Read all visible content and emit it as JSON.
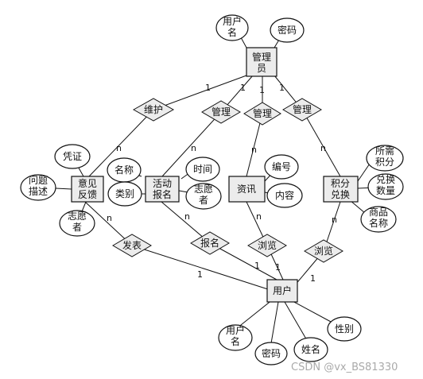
{
  "entities": {
    "admin": "管理员",
    "feedback": "意见反馈",
    "activity": "活动报名",
    "info": "资讯",
    "points": "积分兑换",
    "user": "用户"
  },
  "attributes": {
    "admin_username": "用户名",
    "admin_password": "密码",
    "fb_voucher": "凭证",
    "fb_problem": "问题描述",
    "fb_volunteer": "志愿者",
    "act_name": "名称",
    "act_category": "类别",
    "act_time": "时间",
    "act_volunteer": "志愿者",
    "info_number": "编号",
    "info_content": "内容",
    "pts_required": "所需积分",
    "pts_quantity": "兑换数量",
    "pts_product": "商品名称",
    "user_username": "用户名",
    "user_password": "密码",
    "user_name": "姓名",
    "user_gender": "性别"
  },
  "relationships": {
    "maintain": "维护",
    "manage1": "管理",
    "manage2": "管理",
    "manage3": "管理",
    "publish": "发表",
    "signup": "报名",
    "browse1": "浏览",
    "browse2": "浏览"
  },
  "cardinalities": {
    "one": "1",
    "many": "n"
  },
  "watermark": "CSDN @vx_BS81330"
}
